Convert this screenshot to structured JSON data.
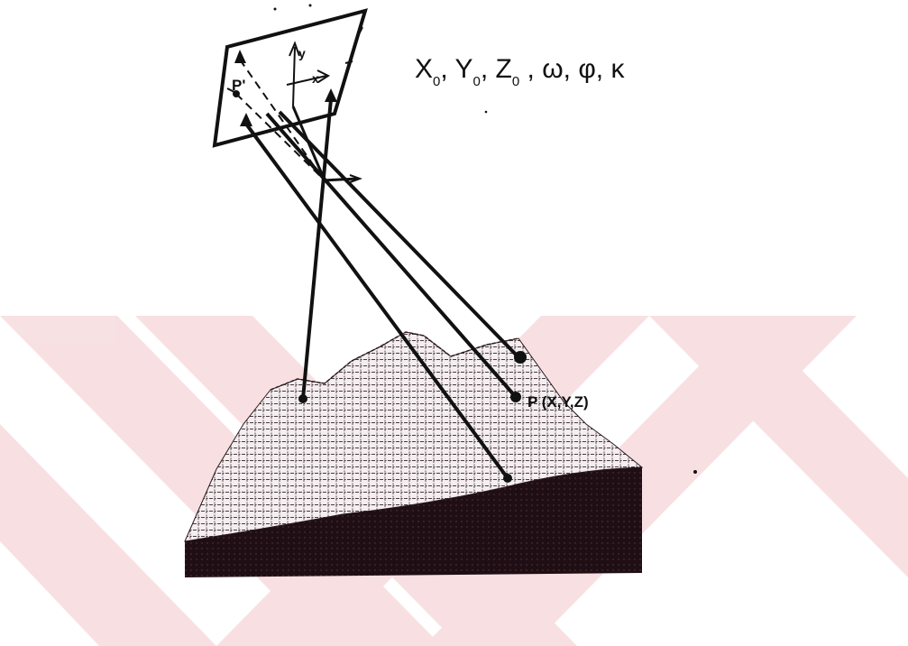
{
  "params": {
    "x": "X",
    "x_sub": "0",
    "y": "Y",
    "y_sub": "0",
    "z": "Z",
    "z_sub": "0",
    "omega": "ω",
    "phi": "φ",
    "kappa": "κ"
  },
  "photo": {
    "image_point": "P'",
    "axis_x": "x",
    "axis_y": "y"
  },
  "ground": {
    "object_point": "P (X,Y,Z)"
  },
  "colors": {
    "ink": "#111111",
    "watermark": "#f3c8cc",
    "terrain_light": "#f2eaec",
    "terrain_dark": "#1a0c10"
  }
}
